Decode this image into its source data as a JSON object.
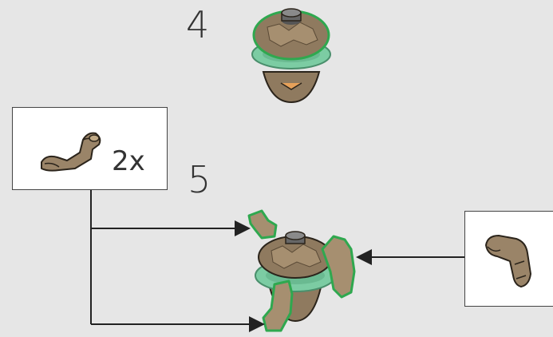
{
  "steps": [
    {
      "number": "4"
    },
    {
      "number": "5"
    }
  ],
  "callout": {
    "part_quantity": "2x"
  },
  "colors": {
    "background": "#e6e6e6",
    "tan": "#8f7a5f",
    "tan_light": "#b09a7c",
    "highlight_green": "#2fa84f",
    "ring_green": "#7ccca3",
    "arrow": "#222222"
  },
  "icons": [
    "arm-part-icon",
    "torso-assembly-icon",
    "arrow-icon"
  ]
}
